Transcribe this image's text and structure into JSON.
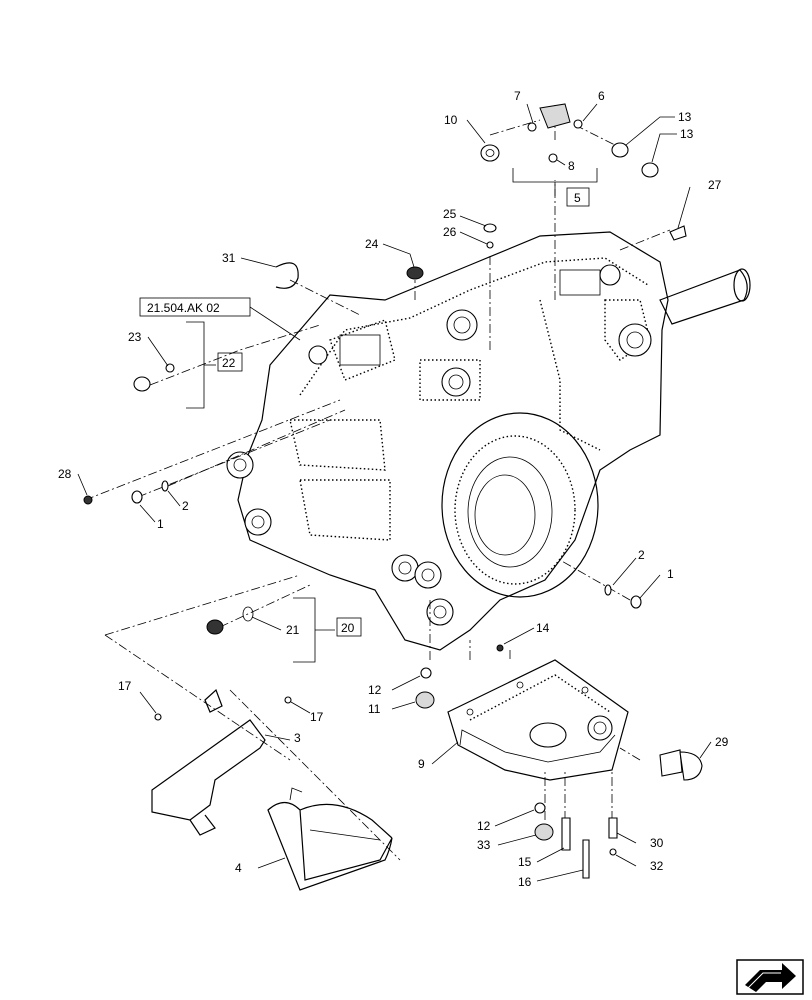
{
  "callouts": {
    "c1a": "1",
    "c1b": "1",
    "c2a": "2",
    "c2b": "2",
    "c3": "3",
    "c4": "4",
    "c5": "5",
    "c6": "6",
    "c7": "7",
    "c8": "8",
    "c9": "9",
    "c10": "10",
    "c11": "11",
    "c12a": "12",
    "c12b": "12",
    "c13a": "13",
    "c13b": "13",
    "c14": "14",
    "c15": "15",
    "c16": "16",
    "c17a": "17",
    "c17b": "17",
    "c20": "20",
    "c21": "21",
    "c22": "22",
    "c23": "23",
    "c24": "24",
    "c25": "25",
    "c26": "26",
    "c27": "27",
    "c28": "28",
    "c29": "29",
    "c30": "30",
    "c31": "31",
    "c32": "32",
    "c33": "33",
    "ref": "21.504.AK 02"
  },
  "icons": {
    "corner": "arrow-navigation-icon"
  }
}
